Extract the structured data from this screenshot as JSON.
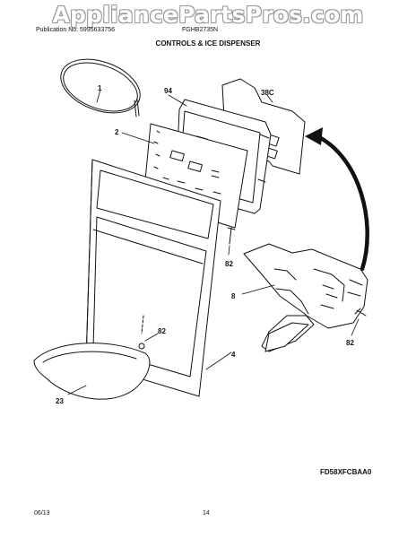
{
  "watermark": "AppliancePartsPros.com",
  "header": {
    "publication": "Publication No: 5995633756",
    "model": "FGHB2735N",
    "title": "CONTROLS & ICE DISPENSER"
  },
  "callouts": {
    "tube": "1",
    "overlay": "2",
    "frame": "4",
    "dispenser": "8",
    "drip_tray": "23",
    "board_bracket": "38C",
    "screw_top": "82",
    "screw_mid": "82",
    "screw_right": "82",
    "control_board": "94"
  },
  "footer": {
    "figure_code": "FD58XFCBAA0",
    "date": "06/13",
    "page": "14"
  }
}
